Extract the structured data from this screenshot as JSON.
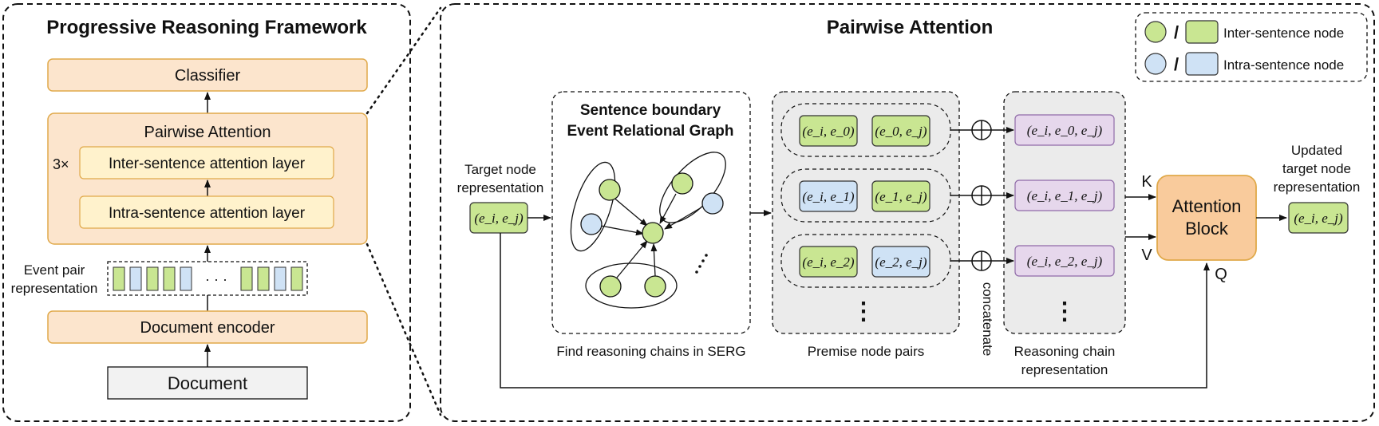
{
  "left_panel": {
    "title": "Progressive Reasoning Framework",
    "classifier": "Classifier",
    "pairwise_attention": "Pairwise Attention",
    "repeat": "3×",
    "inter_layer": "Inter-sentence attention layer",
    "intra_layer": "Intra-sentence attention layer",
    "event_pair_line1": "Event pair",
    "event_pair_line2": "representation",
    "ellipsis": "· · ·",
    "document_encoder": "Document encoder",
    "document": "Document"
  },
  "right_panel": {
    "title": "Pairwise Attention",
    "legend": {
      "inter": "Inter-sentence node",
      "intra": "Intra-sentence node",
      "slash": "/"
    },
    "target_line1": "Target node",
    "target_line2": "representation",
    "target_node": "(e_i, e_j)",
    "serg_title_line1": "Sentence boundary",
    "serg_title_line2": "Event Relational Graph",
    "serg_caption": "Find reasoning chains in SERG",
    "premise_caption": "Premise node pairs",
    "pairs": [
      {
        "left": "(e_i, e_0)",
        "right": "(e_0, e_j)",
        "chain": "(e_i, e_0, e_j)"
      },
      {
        "left": "(e_i, e_1)",
        "right": "(e_1, e_j)",
        "chain": "(e_i, e_1, e_j)"
      },
      {
        "left": "(e_i, e_2)",
        "right": "(e_2, e_j)",
        "chain": "(e_i, e_2, e_j)"
      }
    ],
    "vdots": "⋮",
    "concatenate": "concatenate",
    "chain_caption_line1": "Reasoning chain",
    "chain_caption_line2": "representation",
    "attention_line1": "Attention",
    "attention_line2": "Block",
    "k": "K",
    "v": "V",
    "q": "Q",
    "updated_line1": "Updated",
    "updated_line2": "target node",
    "updated_line3": "representation",
    "updated_node": "(e_i, e_j)"
  },
  "colors": {
    "orange_fill": "#fce5cd",
    "orange_stroke": "#e0a94a",
    "yellow_fill": "#fff2cc",
    "green_fill": "#c9e692",
    "blue_fill": "#cfe2f5",
    "purple_fill": "#e6d7ec",
    "gray_fill": "#ebebeb",
    "attention_fill": "#f9cb9c"
  }
}
